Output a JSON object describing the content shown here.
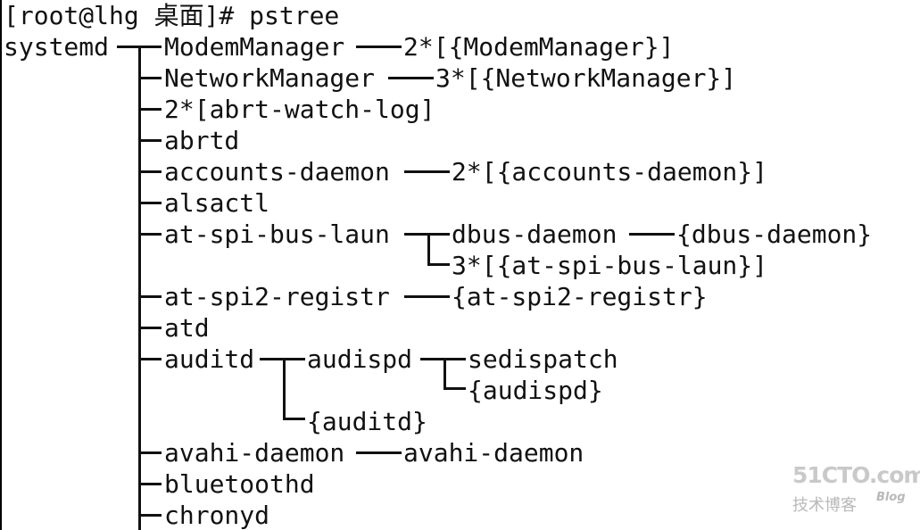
{
  "terminal": {
    "prompt": "[root@lhg 桌面]# pstree",
    "lines": [
      "systemd",
      "ModemManager",
      "2*[{ModemManager}]",
      "NetworkManager",
      "3*[{NetworkManager}]",
      "2*[abrt-watch-log]",
      "abrtd",
      "accounts-daemon",
      "2*[{accounts-daemon}]",
      "alsactl",
      "at-spi-bus-laun",
      "dbus-daemon",
      "{dbus-daemon}",
      "3*[{at-spi-bus-laun}]",
      "at-spi2-registr",
      "{at-spi2-registr}",
      "atd",
      "auditd",
      "audispd",
      "sedispatch",
      "{audispd}",
      "{auditd}",
      "avahi-daemon",
      "avahi-daemon",
      "bluetoothd",
      "chronyd"
    ]
  },
  "watermark": {
    "logo": "51CTO.com",
    "subtitle": "技术博客",
    "blog": "Blog"
  }
}
